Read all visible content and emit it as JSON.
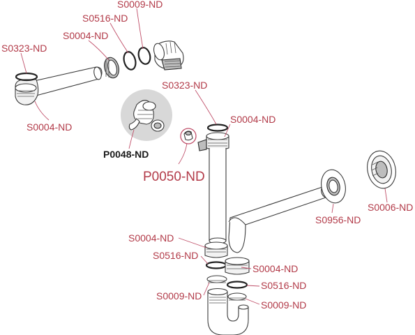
{
  "diagram": {
    "labels": [
      {
        "id": "s0009-top",
        "text": "S0009-ND"
      },
      {
        "id": "s0516-top",
        "text": "S0516-ND"
      },
      {
        "id": "s0004-top",
        "text": "S0004-ND"
      },
      {
        "id": "s0323-left",
        "text": "S0323-ND"
      },
      {
        "id": "s0004-left",
        "text": "S0004-ND"
      },
      {
        "id": "s0323-mid",
        "text": "S0323-ND"
      },
      {
        "id": "s0004-mid",
        "text": "S0004-ND"
      },
      {
        "id": "p0048",
        "text": "P0048-ND"
      },
      {
        "id": "p0050",
        "text": "P0050-ND"
      },
      {
        "id": "s0006",
        "text": "S0006-ND"
      },
      {
        "id": "s0956",
        "text": "S0956-ND"
      },
      {
        "id": "s0004-low-left",
        "text": "S0004-ND"
      },
      {
        "id": "s0516-low-left",
        "text": "S0516-ND"
      },
      {
        "id": "s0004-low-right",
        "text": "S0004-ND"
      },
      {
        "id": "s0516-low-right",
        "text": "S0516-ND"
      },
      {
        "id": "s0009-low-left",
        "text": "S0009-ND"
      },
      {
        "id": "s0009-low-right",
        "text": "S0009-ND"
      }
    ],
    "colors": {
      "label": "#b23a48",
      "label_black": "#1a1a1a",
      "part_outline": "#3a3a3a"
    }
  }
}
